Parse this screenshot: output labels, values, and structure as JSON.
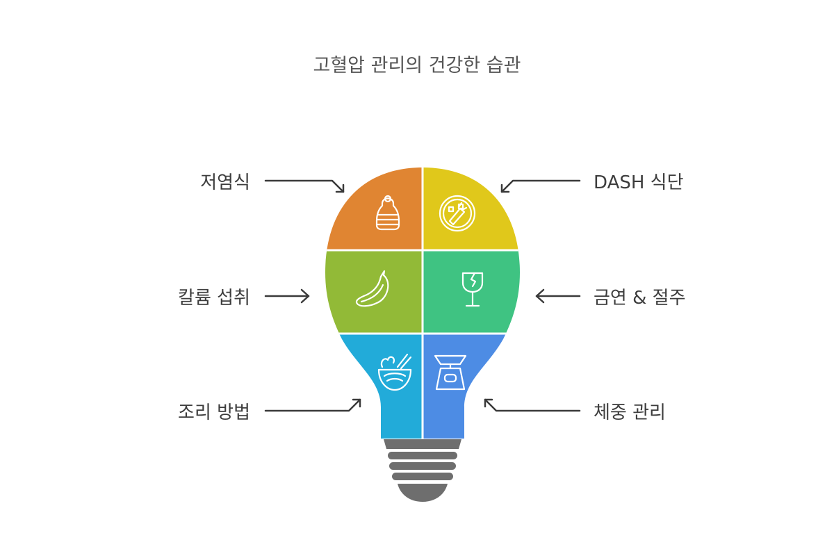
{
  "title": "고혈압 관리의 건강한 습관",
  "labels": {
    "low_sodium": "저염식",
    "dash": "DASH 식단",
    "potassium": "칼륨 섭취",
    "no_smoking": "금연 & 절주",
    "cooking": "조리 방법",
    "weight": "체중 관리"
  },
  "colors": {
    "orange": "#E08532",
    "yellow": "#E0C81B",
    "lime": "#92BA37",
    "green": "#3FC382",
    "cyan": "#22ABD9",
    "blue": "#4D8CE4",
    "base": "#6E6E6E",
    "arrow": "#3a3a3a"
  },
  "icons": [
    "salt-shaker-icon",
    "salad-bowl-icon",
    "cucumber-icon",
    "wine-glass-icon",
    "noodle-bowl-icon",
    "scale-icon"
  ]
}
